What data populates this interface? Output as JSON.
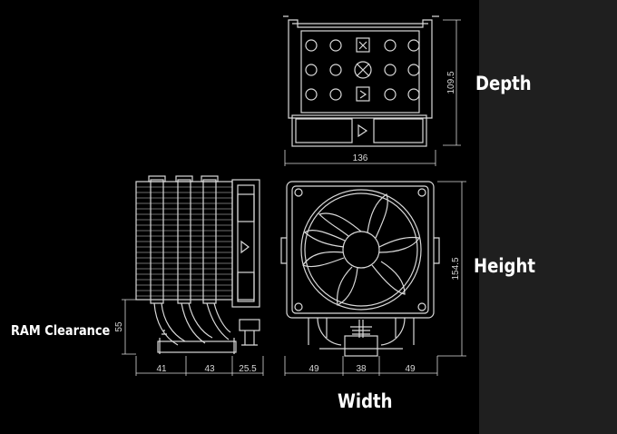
{
  "labels": {
    "depth": "Depth",
    "height": "Height",
    "width": "Width",
    "ram_clearance": "RAM Clearance"
  },
  "dimensions": {
    "top_depth": "109.5",
    "top_width": "136",
    "height": "154.5",
    "front_left": "49",
    "front_center": "38",
    "front_right": "49",
    "side_a": "41",
    "side_b": "43",
    "side_c": "25.5",
    "ram": "55"
  },
  "colors": {
    "background": "#000000",
    "right_panel": "#1f1f1f",
    "line": "#d9d9d9"
  }
}
